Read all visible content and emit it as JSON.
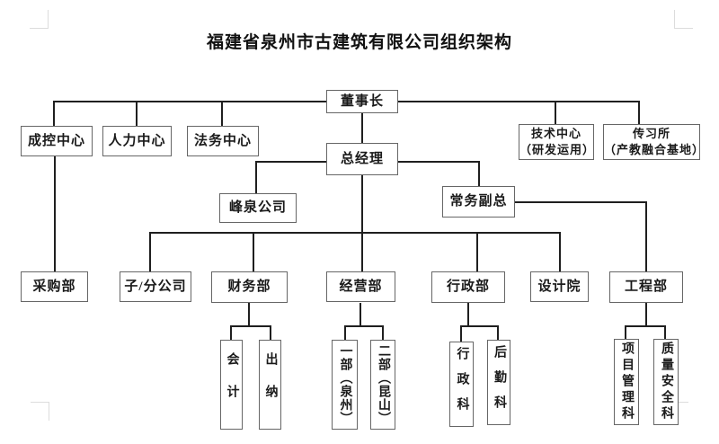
{
  "title": "福建省泉州市古建筑有限公司组织架构",
  "colors": {
    "ink": "#1f1f1f",
    "box_border": "#666666",
    "page_mark": "#dcdcdc"
  },
  "nodes": {
    "chairman": "董事长",
    "cost_control": "成控中心",
    "hr": "人力中心",
    "legal": "法务中心",
    "tech_center": "技术中心\n（研发运用）",
    "heritage_institute": "传习所\n（产教融合基地）",
    "general_manager": "总经理",
    "fengquan_company": "峰泉公司",
    "executive_vp": "常务副总",
    "purchasing": "采购部",
    "subsidiaries": "子/分公司",
    "finance": "财务部",
    "operations": "经营部",
    "admin": "行政部",
    "design_institute": "设计院",
    "engineering": "工程部",
    "accounting": "会计",
    "cashier": "出纳",
    "dept1_quanzhou": "一部（泉州）",
    "dept2_kunshan": "二部（昆山）",
    "admin_section": "行政科",
    "logistics_section": "后勤科",
    "project_mgmt_section": "项目管理科",
    "quality_safety_section": "质量安全科"
  }
}
